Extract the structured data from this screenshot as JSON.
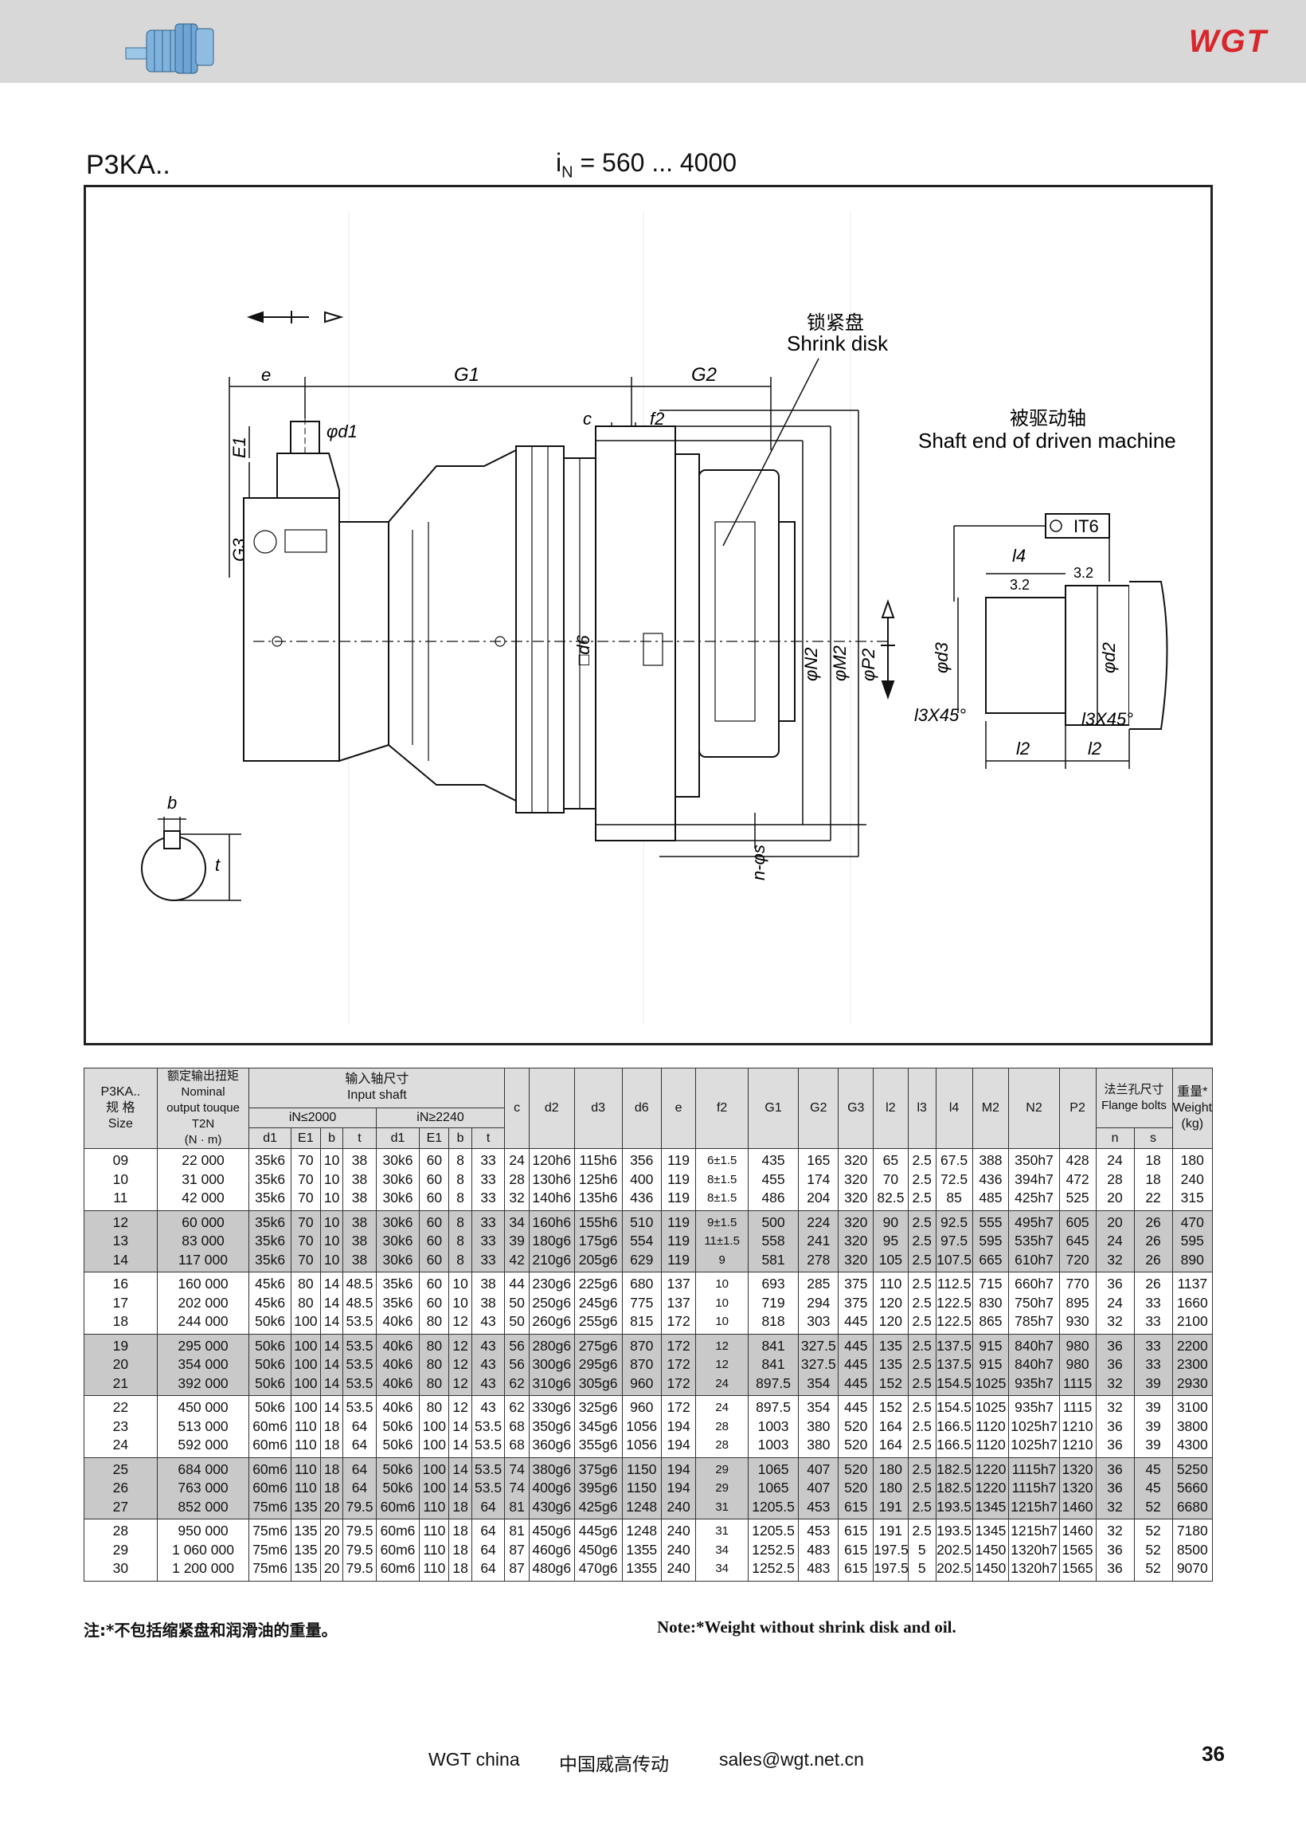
{
  "header": {
    "brand": "WGT",
    "thumbnail_icon": "gearbox-thumbnail-icon"
  },
  "title": {
    "model": "P3KA..",
    "ratio_prefix": "i",
    "ratio_sub": "N",
    "ratio_value": " = 560 ... 4000"
  },
  "drawing": {
    "label_e": "e",
    "label_G1": "G1",
    "label_G2": "G2",
    "label_c": "c",
    "label_f2": "f2",
    "label_d1": "φd1",
    "label_E1": "E1",
    "label_G3": "G3",
    "label_d6": "□d6",
    "label_N2": "φN2",
    "label_M2": "φM2",
    "label_P2": "φP2",
    "label_ns": "n-φs",
    "label_b": "b",
    "label_t": "t",
    "shrink_cn": "锁紧盘",
    "shrink_en": "Shrink disk",
    "driven_cn": "被驱动轴",
    "driven_en": "Shaft end of driven machine",
    "label_IT6": "IT6",
    "label_l4": "l4",
    "label_32a": "3.2",
    "label_32b": "3.2",
    "label_d3": "φd3",
    "label_d2": "φd2",
    "label_l3a": "l3X45°",
    "label_l3b": "l3X45°",
    "label_l2a": "l2",
    "label_l2b": "l2"
  },
  "table": {
    "h_model": "P3KA..\n规 格\nSize",
    "h_torque": "额定输出扭矩\nNominal\noutput touque\nT2N\n(N · m)",
    "h_input": "输入轴尺寸\nInput shaft",
    "h_in_low": "iN≤2000",
    "h_in_high": "iN≥2240",
    "h_c": "c",
    "h_d2": "d2",
    "h_d3": "d3",
    "h_d6": "d6",
    "h_e": "e",
    "h_f2": "f2",
    "h_G1": "G1",
    "h_G2": "G2",
    "h_G3": "G3",
    "h_l2": "l2",
    "h_l3": "l3",
    "h_l4": "l4",
    "h_M2": "M2",
    "h_N2": "N2",
    "h_P2": "P2",
    "h_flange": "法兰孔尺寸\nFlange bolts",
    "h_n": "n",
    "h_s": "s",
    "h_weight": "重量*\nWeight\n(kg)",
    "h_d1": "d1",
    "h_E1": "E1",
    "h_b": "b",
    "h_t": "t",
    "rows": [
      [
        "09\n10\n11",
        "22 000\n31 000\n42 000",
        "35k6\n35k6\n35k6",
        "70\n70\n70",
        "10\n10\n10",
        "38\n38\n38",
        "30k6\n30k6\n30k6",
        "60\n60\n60",
        "8\n8\n8",
        "33\n33\n33",
        "24\n28\n32",
        "120h6\n130h6\n140h6",
        "115h6\n125h6\n135h6",
        "356\n400\n436",
        "119\n119\n119",
        "6±1.5\n8±1.5\n8±1.5",
        "435\n455\n486",
        "165\n174\n204",
        "320\n320\n320",
        "65\n70\n82.5",
        "2.5\n2.5\n2.5",
        "67.5\n72.5\n85",
        "388\n436\n485",
        "350h7\n394h7\n425h7",
        "428\n472\n525",
        "24\n28\n20",
        "18\n18\n22",
        "180\n240\n315"
      ],
      [
        "12\n13\n14",
        "60 000\n83 000\n117 000",
        "35k6\n35k6\n35k6",
        "70\n70\n70",
        "10\n10\n10",
        "38\n38\n38",
        "30k6\n30k6\n30k6",
        "60\n60\n60",
        "8\n8\n8",
        "33\n33\n33",
        "34\n39\n42",
        "160h6\n180g6\n210g6",
        "155h6\n175g6\n205g6",
        "510\n554\n629",
        "119\n119\n119",
        "9±1.5\n11±1.5\n9",
        "500\n558\n581",
        "224\n241\n278",
        "320\n320\n320",
        "90\n95\n105",
        "2.5\n2.5\n2.5",
        "92.5\n97.5\n107.5",
        "555\n595\n665",
        "495h7\n535h7\n610h7",
        "605\n645\n720",
        "20\n24\n32",
        "26\n26\n26",
        "470\n595\n890"
      ],
      [
        "16\n17\n18",
        "160 000\n202 000\n244 000",
        "45k6\n45k6\n50k6",
        "80\n80\n100",
        "14\n14\n14",
        "48.5\n48.5\n53.5",
        "35k6\n35k6\n40k6",
        "60\n60\n80",
        "10\n10\n12",
        "38\n38\n43",
        "44\n50\n50",
        "230g6\n250g6\n260g6",
        "225g6\n245g6\n255g6",
        "680\n775\n815",
        "137\n137\n172",
        "10\n10\n10",
        "693\n719\n818",
        "285\n294\n303",
        "375\n375\n445",
        "110\n120\n120",
        "2.5\n2.5\n2.5",
        "112.5\n122.5\n122.5",
        "715\n830\n865",
        "660h7\n750h7\n785h7",
        "770\n895\n930",
        "36\n24\n32",
        "26\n33\n33",
        "1137\n1660\n2100"
      ],
      [
        "19\n20\n21",
        "295 000\n354 000\n392 000",
        "50k6\n50k6\n50k6",
        "100\n100\n100",
        "14\n14\n14",
        "53.5\n53.5\n53.5",
        "40k6\n40k6\n40k6",
        "80\n80\n80",
        "12\n12\n12",
        "43\n43\n43",
        "56\n56\n62",
        "280g6\n300g6\n310g6",
        "275g6\n295g6\n305g6",
        "870\n870\n960",
        "172\n172\n172",
        "12\n12\n24",
        "841\n841\n897.5",
        "327.5\n327.5\n354",
        "445\n445\n445",
        "135\n135\n152",
        "2.5\n2.5\n2.5",
        "137.5\n137.5\n154.5",
        "915\n915\n1025",
        "840h7\n840h7\n935h7",
        "980\n980\n1115",
        "36\n36\n32",
        "33\n33\n39",
        "2200\n2300\n2930"
      ],
      [
        "22\n23\n24",
        "450 000\n513 000\n592 000",
        "50k6\n60m6\n60m6",
        "100\n110\n110",
        "14\n18\n18",
        "53.5\n64\n64",
        "40k6\n50k6\n50k6",
        "80\n100\n100",
        "12\n14\n14",
        "43\n53.5\n53.5",
        "62\n68\n68",
        "330g6\n350g6\n360g6",
        "325g6\n345g6\n355g6",
        "960\n1056\n1056",
        "172\n194\n194",
        "24\n28\n28",
        "897.5\n1003\n1003",
        "354\n380\n380",
        "445\n520\n520",
        "152\n164\n164",
        "2.5\n2.5\n2.5",
        "154.5\n166.5\n166.5",
        "1025\n1120\n1120",
        "935h7\n1025h7\n1025h7",
        "1115\n1210\n1210",
        "32\n36\n36",
        "39\n39\n39",
        "3100\n3800\n4300"
      ],
      [
        "25\n26\n27",
        "684 000\n763 000\n852 000",
        "60m6\n60m6\n75m6",
        "110\n110\n135",
        "18\n18\n20",
        "64\n64\n79.5",
        "50k6\n50k6\n60m6",
        "100\n100\n110",
        "14\n14\n18",
        "53.5\n53.5\n64",
        "74\n74\n81",
        "380g6\n400g6\n430g6",
        "375g6\n395g6\n425g6",
        "1150\n1150\n1248",
        "194\n194\n240",
        "29\n29\n31",
        "1065\n1065\n1205.5",
        "407\n407\n453",
        "520\n520\n615",
        "180\n180\n191",
        "2.5\n2.5\n2.5",
        "182.5\n182.5\n193.5",
        "1220\n1220\n1345",
        "1115h7\n1115h7\n1215h7",
        "1320\n1320\n1460",
        "36\n36\n32",
        "45\n45\n52",
        "5250\n5660\n6680"
      ],
      [
        "28\n29\n30",
        "950 000\n1 060 000\n1 200 000",
        "75m6\n75m6\n75m6",
        "135\n135\n135",
        "20\n20\n20",
        "79.5\n79.5\n79.5",
        "60m6\n60m6\n60m6",
        "110\n110\n110",
        "18\n18\n18",
        "64\n64\n64",
        "81\n87\n87",
        "450g6\n460g6\n480g6",
        "445g6\n450g6\n470g6",
        "1248\n1355\n1355",
        "240\n240\n240",
        "31\n34\n34",
        "1205.5\n1252.5\n1252.5",
        "453\n483\n483",
        "615\n615\n615",
        "191\n197.5\n197.5",
        "2.5\n5\n5",
        "193.5\n202.5\n202.5",
        "1345\n1450\n1450",
        "1215h7\n1320h7\n1320h7",
        "1460\n1565\n1565",
        "32\n36\n36",
        "52\n52\n52",
        "7180\n8500\n9070"
      ]
    ]
  },
  "notes": {
    "cn": "注:*不包括缩紧盘和润滑油的重量。",
    "en": "Note:*Weight without shrink disk and oil."
  },
  "footer": {
    "company": "WGT china",
    "company_cn": "中国威高传动",
    "email": "sales@wgt.net.cn",
    "page": "36"
  }
}
